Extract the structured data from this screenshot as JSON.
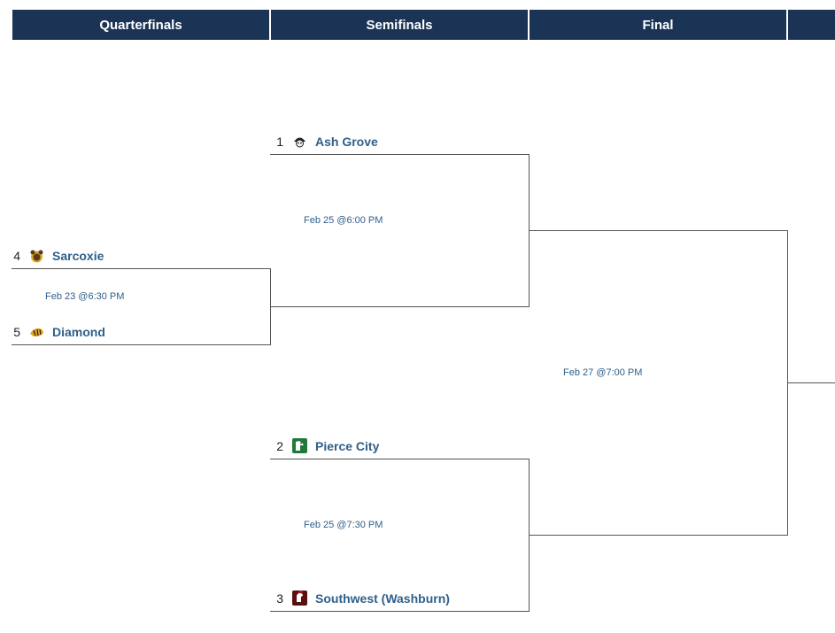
{
  "rounds": [
    {
      "label": "Quarterfinals"
    },
    {
      "label": "Semifinals"
    },
    {
      "label": "Final"
    },
    {
      "label": ""
    }
  ],
  "quarterfinal": {
    "top": {
      "seed": "4",
      "name": "Sarcoxie",
      "logo_icon": "bear-logo-icon"
    },
    "bottom": {
      "seed": "5",
      "name": "Diamond",
      "logo_icon": "tiger-logo-icon"
    },
    "date": "Feb 23 @6:30 PM"
  },
  "semifinals": [
    {
      "top": {
        "seed": "1",
        "name": "Ash Grove",
        "logo_icon": "pirate-logo-icon"
      },
      "date": "Feb 25 @6:00 PM"
    },
    {
      "top": {
        "seed": "2",
        "name": "Pierce City",
        "logo_icon": "eagle-logo-icon"
      },
      "bottom": {
        "seed": "3",
        "name": "Southwest (Washburn)",
        "logo_icon": "trojan-logo-icon"
      },
      "date": "Feb 25 @7:30 PM"
    }
  ],
  "final": {
    "date": "Feb 27 @7:00 PM"
  },
  "colors": {
    "header_bg": "#1b3456",
    "team_link": "#2f5f8a"
  }
}
